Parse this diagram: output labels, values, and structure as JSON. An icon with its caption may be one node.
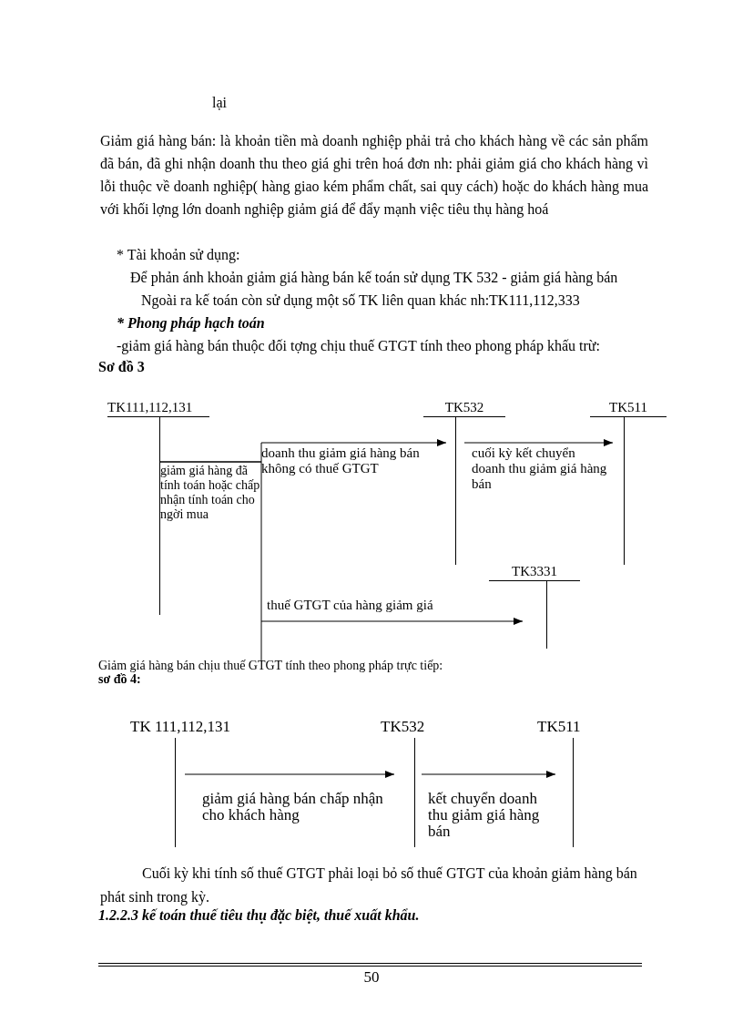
{
  "diagram": {
    "nodes": [
      {
        "text": [
          "TK111,112,131"
        ]
      },
      {
        "text": [
          "TK532"
        ]
      },
      {
        "text": [
          "TK511"
        ]
      },
      {
        "text": [
          "TK3331"
        ]
      },
      {
        "text": [
          "TK 111,112,131"
        ]
      },
      {
        "text": [
          "TK532"
        ]
      },
      {
        "text": [
          "TK511"
        ]
      }
    ],
    "edges": [
      {
        "from": 0,
        "to": 1,
        "arrow": "to",
        "label": "doanh thu giảm giá hàng bán không có thuế GTGT"
      },
      {
        "from": 1,
        "to": 2,
        "arrow": "to",
        "label": "cuối kỳ kết chuyển doanh thu giảm giá hàng bán"
      },
      {
        "from": 0,
        "to": 3,
        "arrow": "to",
        "label": "thuế GTGT của hàng giảm giá"
      },
      {
        "from": 4,
        "to": 5,
        "arrow": "to",
        "label": "giảm giá hàng bán chấp nhận cho khách hàng"
      },
      {
        "from": 5,
        "to": 6,
        "arrow": "to",
        "label": "kết chuyển doanh thu giảm giá hàng bán"
      }
    ],
    "labels": [
      "lại",
      "Giảm giá hàng bán: là khoản tiền mà doanh nghiệp phải trả cho khách hàng về các sản phẩm đã bán, đã ghi nhận doanh thu theo giá ghi trên hoá đơn nh: phải giảm giá cho khách hàng vì lỗi thuộc về doanh nghiệp( hàng giao kém phẩm chất, sai quy cách) hoặc do khách hàng mua với khối lợng lớn doanh nghiệp giảm giá để đẩy mạnh việc tiêu thụ hàng hoá",
      "* Tài khoản sử dụng:",
      "Để phản ánh khoản giảm giá hàng bán kế toán sử dụng TK 532 - giảm giá hàng bán",
      "Ngoài ra kế toán còn sử dụng một số TK liên quan khác nh:TK111,112,333",
      "* Phong pháp hạch toán",
      "-giảm giá hàng bán thuộc đối tợng chịu thuế GTGT tính theo phong pháp khấu trừ:",
      "Sơ đồ 3",
      "giảm giá hàng đã tính toán hoặc chấp nhận tính toán cho ngời mua",
      "Giảm giá hàng bán chịu thuế GTGT tính theo phong pháp trực tiếp:",
      "sơ đồ 4:",
      "Cuối kỳ khi tính số thuế GTGT phải loại bỏ số thuế GTGT của khoản giảm hàng bán phát sinh trong kỳ.",
      "1.2.2.3 kế toán thuế tiêu thụ đặc biệt, thuế xuất khẩu.",
      "50"
    ]
  }
}
